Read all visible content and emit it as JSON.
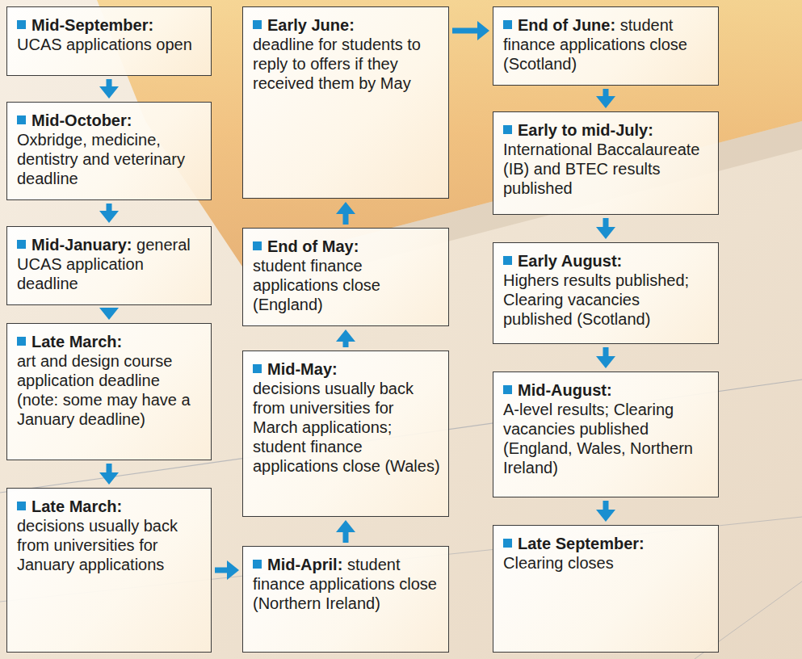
{
  "diagram": {
    "nodes": [
      {
        "text": [
          "Mid-September:",
          "UCAS applications open"
        ]
      },
      {
        "text": [
          "Mid-October:",
          "Oxbridge, medicine, dentistry and veterinary deadline"
        ]
      },
      {
        "text": [
          "Mid-January:",
          "general UCAS application deadline"
        ]
      },
      {
        "text": [
          "Late March:",
          "art and design course application deadline (note: some may have a January deadline)"
        ]
      },
      {
        "text": [
          "Late March:",
          "decisions usually back from universities for January applications"
        ]
      },
      {
        "text": [
          "Mid-April:",
          "student finance applications close (Northern Ireland)"
        ]
      },
      {
        "text": [
          "Mid-May:",
          "decisions usually back from universities for March applications; student finance applications close (Wales)"
        ]
      },
      {
        "text": [
          "End of May:",
          "student finance applications close (England)"
        ]
      },
      {
        "text": [
          "Early June:",
          "deadline for students to reply to offers if they received them by May"
        ]
      },
      {
        "text": [
          "End of June:",
          "student finance applications close (Scotland)"
        ]
      },
      {
        "text": [
          "Early to mid-July:",
          "International Baccalaureate (IB) and BTEC results published"
        ]
      },
      {
        "text": [
          "Early August:",
          "Highers results published; Clearing vacancies published (Scotland)"
        ]
      },
      {
        "text": [
          "Mid-August:",
          "A-level results; Clearing vacancies published (England, Wales, Northern Ireland)"
        ]
      },
      {
        "text": [
          "Late September:",
          "Clearing closes"
        ]
      }
    ],
    "edges": [
      {
        "from": 0,
        "to": 1,
        "arrow": "to"
      },
      {
        "from": 1,
        "to": 2,
        "arrow": "to"
      },
      {
        "from": 2,
        "to": 3,
        "arrow": "to"
      },
      {
        "from": 3,
        "to": 4,
        "arrow": "to"
      },
      {
        "from": 4,
        "to": 5,
        "arrow": "to"
      },
      {
        "from": 5,
        "to": 6,
        "arrow": "to"
      },
      {
        "from": 6,
        "to": 7,
        "arrow": "to"
      },
      {
        "from": 7,
        "to": 8,
        "arrow": "to"
      },
      {
        "from": 8,
        "to": 9,
        "arrow": "to"
      },
      {
        "from": 9,
        "to": 10,
        "arrow": "to"
      },
      {
        "from": 10,
        "to": 11,
        "arrow": "to"
      },
      {
        "from": 11,
        "to": 12,
        "arrow": "to"
      },
      {
        "from": 12,
        "to": 13,
        "arrow": "to"
      }
    ]
  }
}
